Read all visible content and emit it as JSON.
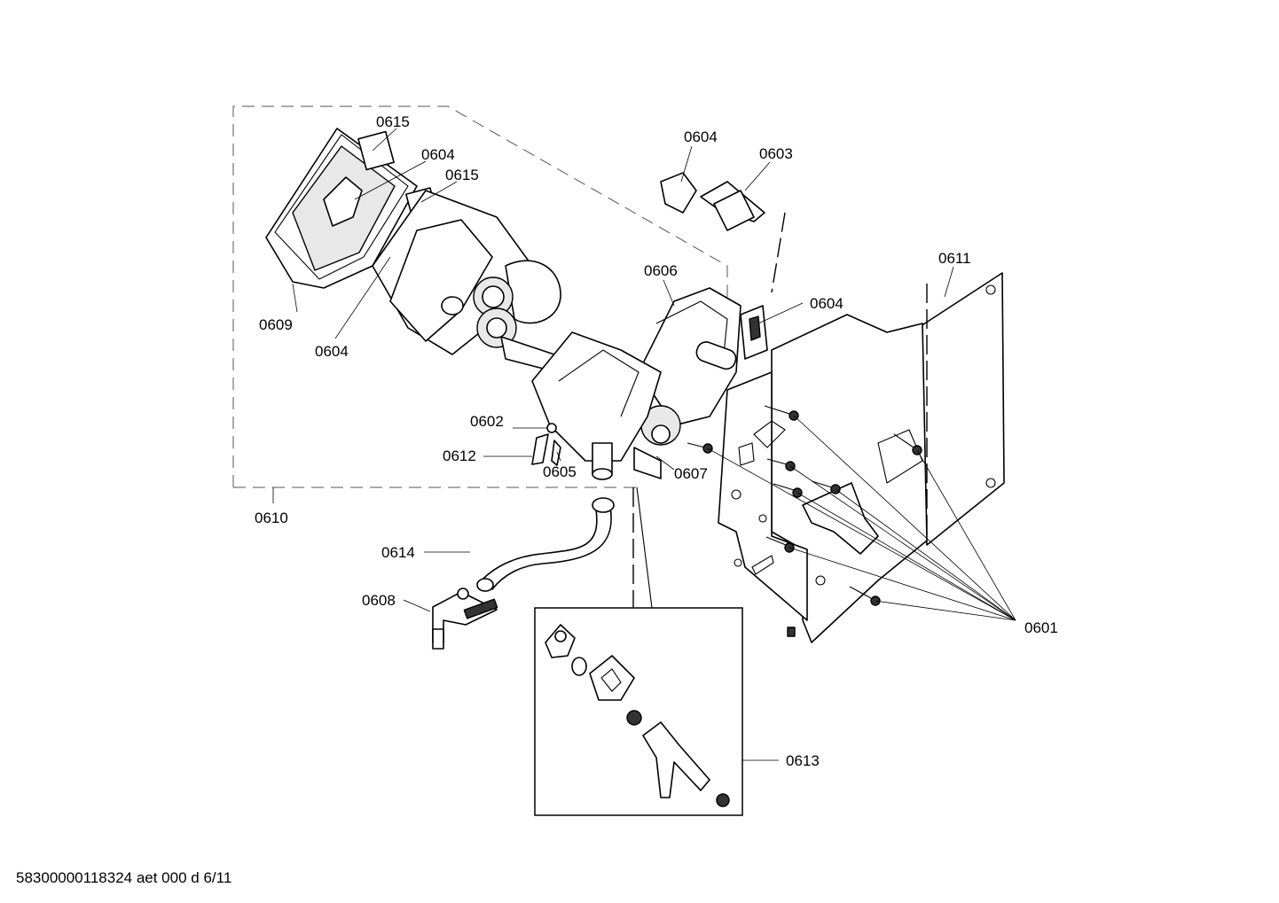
{
  "labels": {
    "p0601": "0601",
    "p0602": "0602",
    "p0603": "0603",
    "p0604": "0604",
    "p0605": "0605",
    "p0606": "0606",
    "p0607": "0607",
    "p0608": "0608",
    "p0609": "0609",
    "p0610": "0610",
    "p0611": "0611",
    "p0612": "0612",
    "p0613": "0613",
    "p0614": "0614",
    "p0615": "0615"
  },
  "footer": "58300000118324 aet 000 d 6/11"
}
